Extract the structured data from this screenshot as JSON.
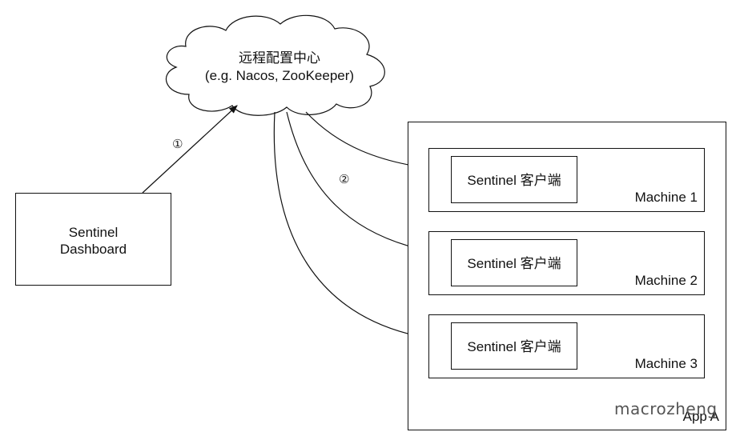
{
  "cloud": {
    "line1": "远程配置中心",
    "line2": "(e.g. Nacos, ZooKeeper)"
  },
  "dashboard": {
    "line1": "Sentinel",
    "line2": "Dashboard"
  },
  "app": {
    "label": "App A",
    "machines": [
      {
        "label": "Machine 1",
        "client": "Sentinel 客户端"
      },
      {
        "label": "Machine 2",
        "client": "Sentinel 客户端"
      },
      {
        "label": "Machine 3",
        "client": "Sentinel 客户端"
      }
    ]
  },
  "steps": {
    "push": "①",
    "pull": "②"
  },
  "watermark": {
    "text": "macrozheng"
  },
  "colors": {
    "stroke": "#111111",
    "background": "#ffffff"
  }
}
